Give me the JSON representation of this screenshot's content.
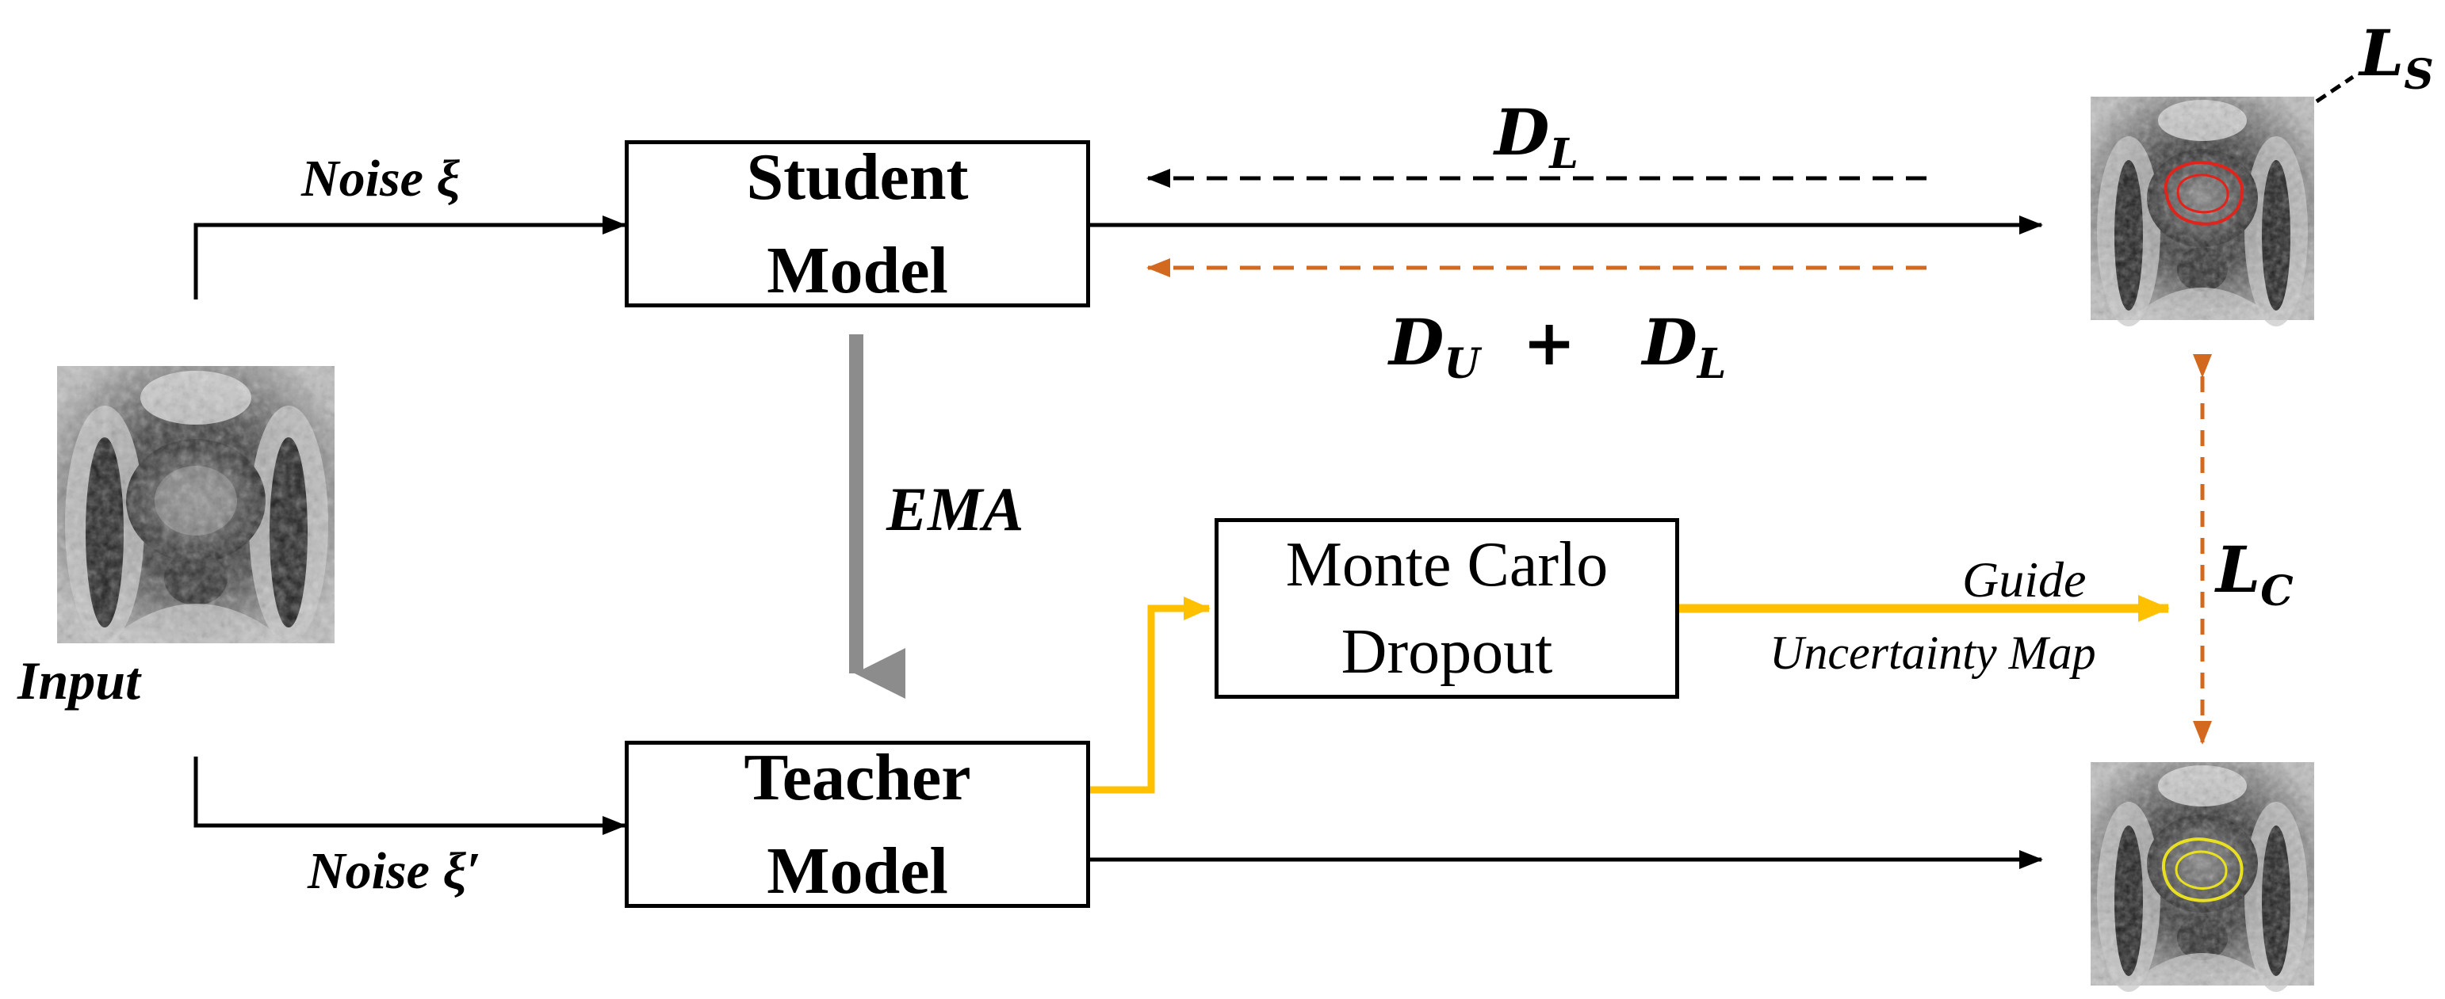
{
  "boxes": {
    "student": [
      "Student",
      "Model"
    ],
    "teacher": [
      "Teacher",
      "Model"
    ],
    "monte_carlo": [
      "Monte Carlo",
      "Dropout"
    ]
  },
  "labels": {
    "noise_top": "Noise ξ",
    "noise_bottom": "Noise ξ′",
    "input": "Input",
    "ema": "EMA",
    "guide": "Guide",
    "uncertainty_map": "Uncertainty Map"
  },
  "symbols": {
    "dl_top": {
      "base": "D",
      "sub": "L"
    },
    "du_dl": {
      "a_base": "D",
      "a_sub": "U",
      "op": "+",
      "b_base": "D",
      "b_sub": "L"
    },
    "ls": {
      "base": "L",
      "sub": "S"
    },
    "lc": {
      "base": "L",
      "sub": "C"
    }
  },
  "images": {
    "input": "prostate-mri-input",
    "student_output": "prostate-mri-student-prediction",
    "teacher_output": "prostate-mri-teacher-prediction"
  },
  "colors": {
    "ink": "#000000",
    "ema_arrow": "#8c8c8c",
    "loss_orange": "#d2691e",
    "guide_yellow": "#ffc000",
    "student_contour": "#e0241c",
    "teacher_contour": "#e8e020"
  }
}
